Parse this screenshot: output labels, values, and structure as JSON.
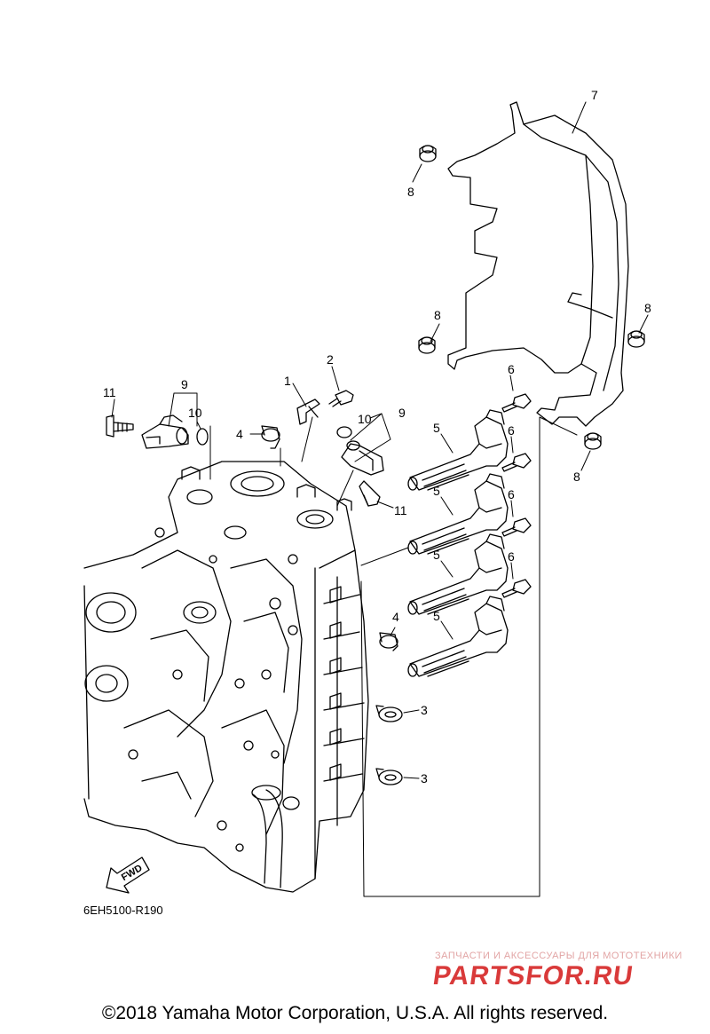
{
  "diagram": {
    "code": "6EH5100-R190",
    "fwd_label": "FWD",
    "callouts": {
      "c1": "1",
      "c2": "2",
      "c3a": "3",
      "c3b": "3",
      "c4a": "4",
      "c4b": "4",
      "c5a": "5",
      "c5b": "5",
      "c5c": "5",
      "c5d": "5",
      "c6a": "6",
      "c6b": "6",
      "c6c": "6",
      "c6d": "6",
      "c7": "7",
      "c8a": "8",
      "c8b": "8",
      "c8c": "8",
      "c8d": "8",
      "c9a": "9",
      "c9b": "9",
      "c10a": "10",
      "c10b": "10",
      "c11a": "11",
      "c11b": "11"
    }
  },
  "watermark": {
    "tagline": "ЗАПЧАСТИ И АКСЕССУАРЫ ДЛЯ МОТОТЕХНИКИ",
    "logo": "PARTSFOR.RU"
  },
  "footer": {
    "copyright": "©2018 Yamaha Motor Corporation, U.S.A. All rights reserved."
  }
}
